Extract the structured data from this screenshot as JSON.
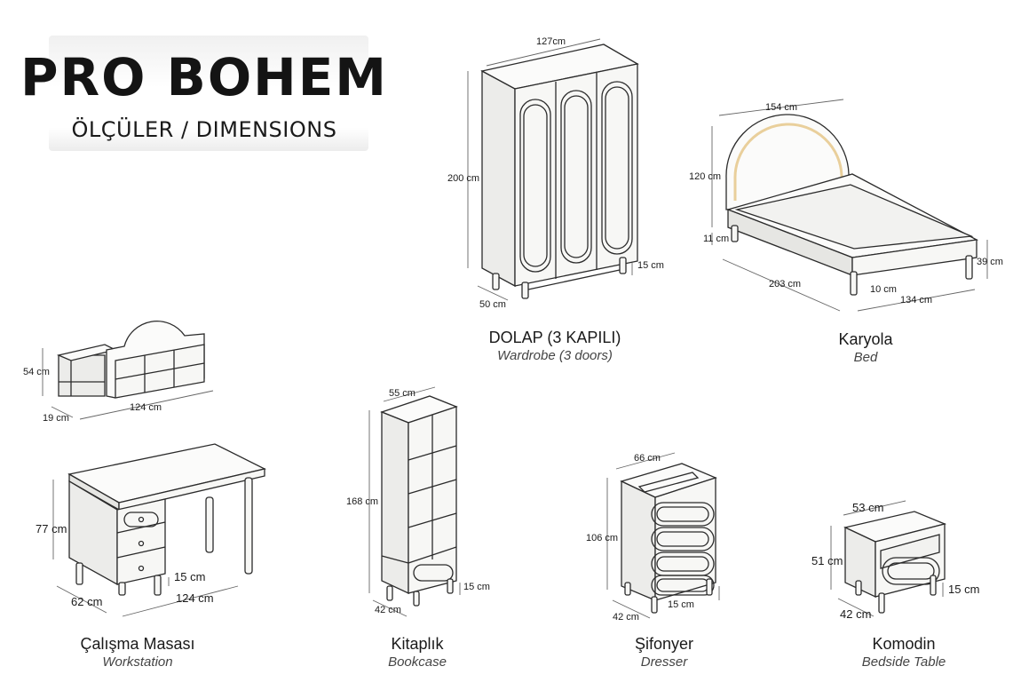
{
  "header": {
    "brand": "PRO BOHEM",
    "subtitle": "ÖLÇÜLER / DIMENSIONS"
  },
  "products": [
    {
      "id": "wardrobe",
      "title_tr": "DOLAP (3 KAPILI)",
      "title_en": "Wardrobe (3 doors)",
      "dims": [
        "127cm",
        "200 cm",
        "50 cm",
        "15 cm"
      ]
    },
    {
      "id": "bed",
      "title_tr": "Karyola",
      "title_en": "Bed",
      "dims": [
        "154 cm",
        "120 cm",
        "11 cm",
        "39 cm",
        "203 cm",
        "10 cm",
        "134 cm"
      ]
    },
    {
      "id": "wall-shelf",
      "dims": [
        "54 cm",
        "19 cm",
        "124 cm"
      ]
    },
    {
      "id": "workstation",
      "title_tr": "Çalışma Masası",
      "title_en": "Workstation",
      "dims": [
        "77 cm",
        "15 cm",
        "62 cm",
        "124 cm"
      ]
    },
    {
      "id": "bookcase",
      "title_tr": "Kitaplık",
      "title_en": "Bookcase",
      "dims": [
        "55 cm",
        "168 cm",
        "15 cm",
        "42 cm"
      ]
    },
    {
      "id": "dresser",
      "title_tr": "Şifonyer",
      "title_en": "Dresser",
      "dims": [
        "66 cm",
        "106 cm",
        "15 cm",
        "42 cm"
      ]
    },
    {
      "id": "bedside-table",
      "title_tr": "Komodin",
      "title_en": "Bedside Table",
      "dims": [
        "53 cm",
        "51 cm",
        "15 cm",
        "42 cm"
      ]
    }
  ],
  "colors": {
    "line": "#2b2b2b",
    "panel": "#f7f7f5",
    "accent": "#e9cf9b"
  }
}
